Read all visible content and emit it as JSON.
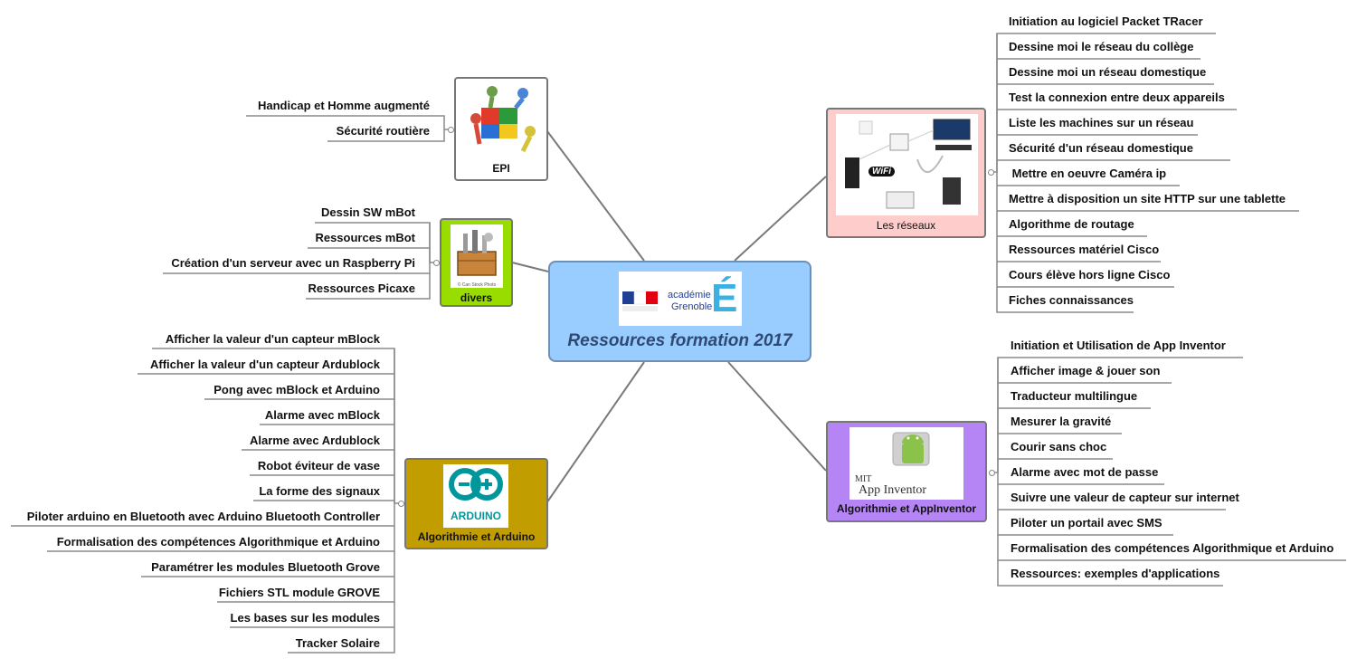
{
  "central": {
    "title": "Ressources formation 2017",
    "logo_text_line1": "académie",
    "logo_text_line2": "Grenoble",
    "logo_letter": "É"
  },
  "branches": {
    "epi": {
      "label": "EPI",
      "items": [
        "Handicap et Homme augmenté",
        "Sécurité routière"
      ]
    },
    "divers": {
      "label": "divers",
      "image_caption": "© Can Stock Photo",
      "items": [
        "Dessin SW mBot",
        "Ressources  mBot",
        "Création d'un serveur avec un Raspberry Pi",
        "Ressources Picaxe"
      ]
    },
    "arduino": {
      "label": "Algorithmie et Arduino",
      "logo_text": "ARDUINO",
      "items": [
        "Afficher  la valeur d'un capteur mBlock",
        "Afficher la valeur d'un capteur Ardublock",
        "Pong avec mBlock et Arduino",
        "Alarme avec mBlock",
        "Alarme avec Ardublock",
        "Robot éviteur de vase",
        "La forme des signaux",
        "Piloter arduino en Bluetooth avec Arduino Bluetooth Controller",
        "Formalisation des compétences Algorithmique et Arduino",
        "Paramétrer les modules Bluetooth Grove",
        "Fichiers STL module GROVE",
        "Les bases sur les modules",
        "Tracker Solaire"
      ]
    },
    "reseaux": {
      "label": "Les réseaux",
      "wifi_text": "WiFi",
      "items": [
        "Initiation au logiciel  Packet TRacer",
        "Dessine moi le réseau du collège",
        "Dessine moi un réseau domestique",
        "Test la connexion entre deux appareils",
        "Liste les machines sur un réseau",
        "Sécurité d'un réseau domestique",
        " Mettre en oeuvre Caméra ip",
        "Mettre à disposition un site HTTP sur une tablette",
        "Algorithme de routage",
        "Ressources matériel Cisco",
        "Cours élève hors ligne Cisco",
        "Fiches connaissances"
      ]
    },
    "appinventor": {
      "label": "Algorithmie et AppInventor",
      "logo_text_line1": "MIT",
      "logo_text_line2": "App Inventor",
      "items": [
        "Initiation et Utilisation de App Inventor",
        "Afficher image & jouer son",
        "Traducteur multilingue",
        "Mesurer la gravité",
        "Courir sans choc",
        "Alarme avec mot de passe",
        "Suivre une valeur de capteur sur internet",
        "Piloter un portail avec SMS",
        "Formalisation des compétences Algorithmique et Arduino",
        "Ressources: exemples d'applications"
      ]
    }
  },
  "colors": {
    "central": "#99ccff",
    "epi": "#ffffff",
    "divers": "#99dd00",
    "arduino": "#c29d00",
    "reseaux": "#ffcccc",
    "appinventor": "#b585f5",
    "connector": "#777777"
  }
}
